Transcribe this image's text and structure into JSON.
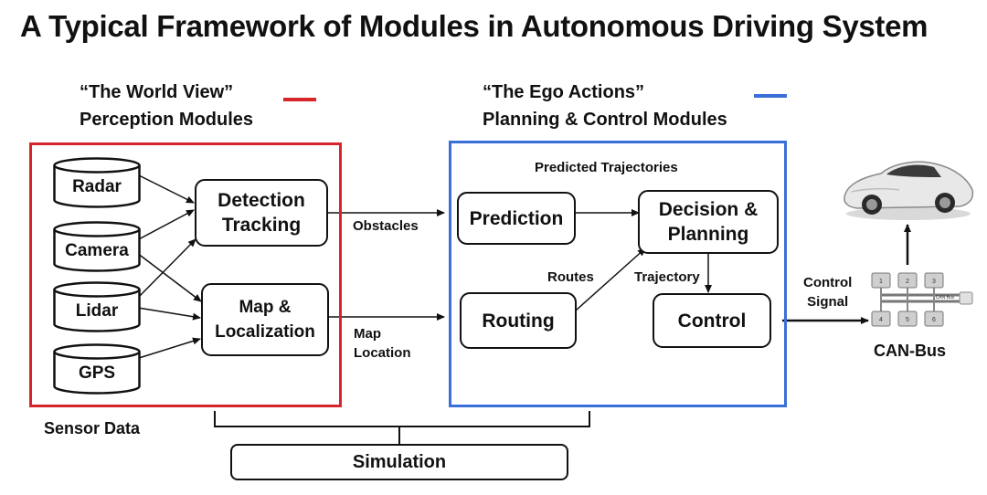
{
  "title": "A Typical Framework of Modules in Autonomous Driving System",
  "perception": {
    "heading_line1": "“The World View”",
    "heading_line2": "Perception Modules",
    "legend_color": "#d6262c",
    "sensors": [
      "Radar",
      "Camera",
      "Lidar",
      "GPS"
    ],
    "detection_line1": "Detection",
    "detection_line2": "Tracking",
    "map_line1": "Map &",
    "map_line2": "Localization",
    "footer": "Sensor Data"
  },
  "planning": {
    "heading_line1": "“The Ego Actions”",
    "heading_line2": "Planning & Control Modules",
    "legend_color": "#3a6fd8",
    "predicted_trajectories": "Predicted Trajectories",
    "prediction": "Prediction",
    "decision_line1": "Decision &",
    "decision_line2": "Planning",
    "routing": "Routing",
    "control": "Control",
    "routes": "Routes",
    "trajectory": "Trajectory"
  },
  "links": {
    "obstacles": "Obstacles",
    "map_line1": "Map",
    "map_line2": "Location",
    "control_line1": "Control",
    "control_line2": "Signal"
  },
  "canbus": {
    "label": "CAN-Bus",
    "slots": [
      "1",
      "2",
      "3",
      "4",
      "5",
      "6"
    ],
    "bus_label": "CAN Bus"
  },
  "simulation": "Simulation"
}
